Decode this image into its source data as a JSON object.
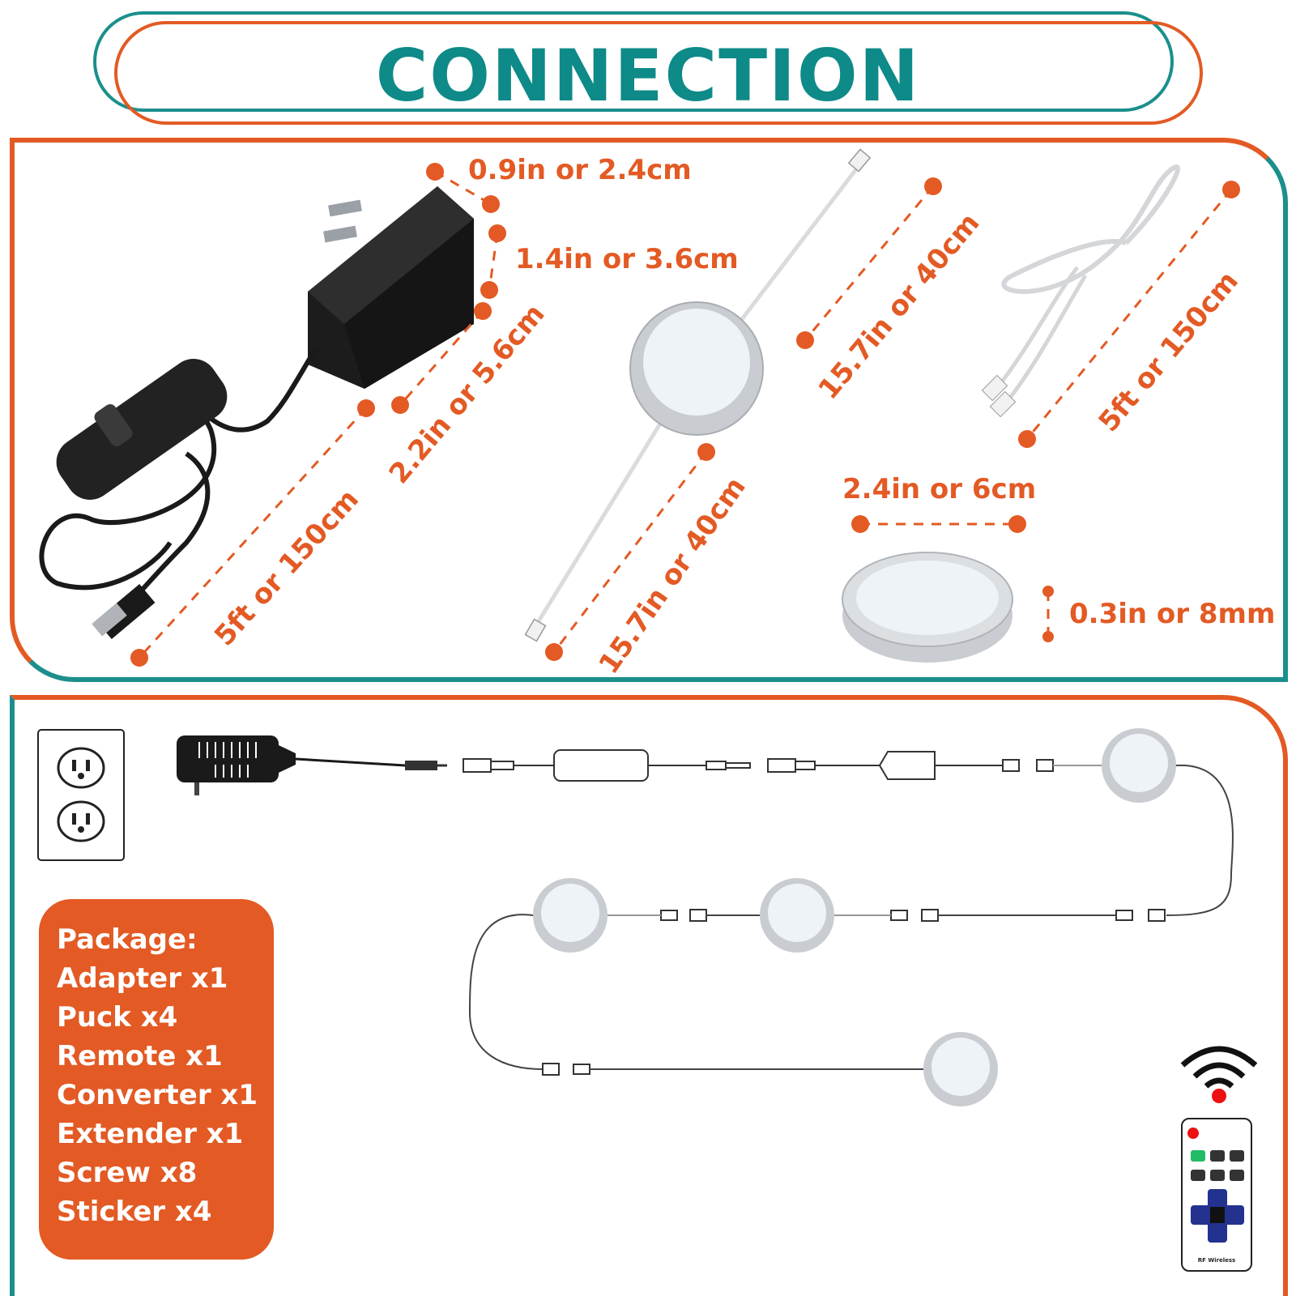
{
  "header": {
    "title": "CONNECTION"
  },
  "dimensions": {
    "adapter_depth": "0.9in or 2.4cm",
    "adapter_height": "1.4in or 3.6cm",
    "adapter_width": "2.2in or 5.6cm",
    "adapter_cable": "5ft or 150cm",
    "puck_lead_top": "15.7in or 40cm",
    "puck_lead_bottom": "15.7in or 40cm",
    "extender_cable": "5ft or 150cm",
    "puck_diameter": "2.4in or 6cm",
    "puck_thickness": "0.3in or 8mm"
  },
  "package": {
    "heading": "Package:",
    "items": [
      "Adapter x1",
      "Puck x4",
      "Remote x1",
      "Converter x1",
      "Extender x1",
      "Screw x8",
      "Sticker x4"
    ]
  },
  "remote": {
    "footer": "RF Wireless"
  },
  "colors": {
    "accent": "#e35a24",
    "teal": "#0e8a88",
    "puck_silver": "#c9ccd0",
    "puck_face": "#eef3f8"
  },
  "icons": [
    "wall-outlet-icon",
    "power-adapter-icon",
    "puck-light-icon",
    "remote-control-icon",
    "wireless-signal-icon"
  ]
}
